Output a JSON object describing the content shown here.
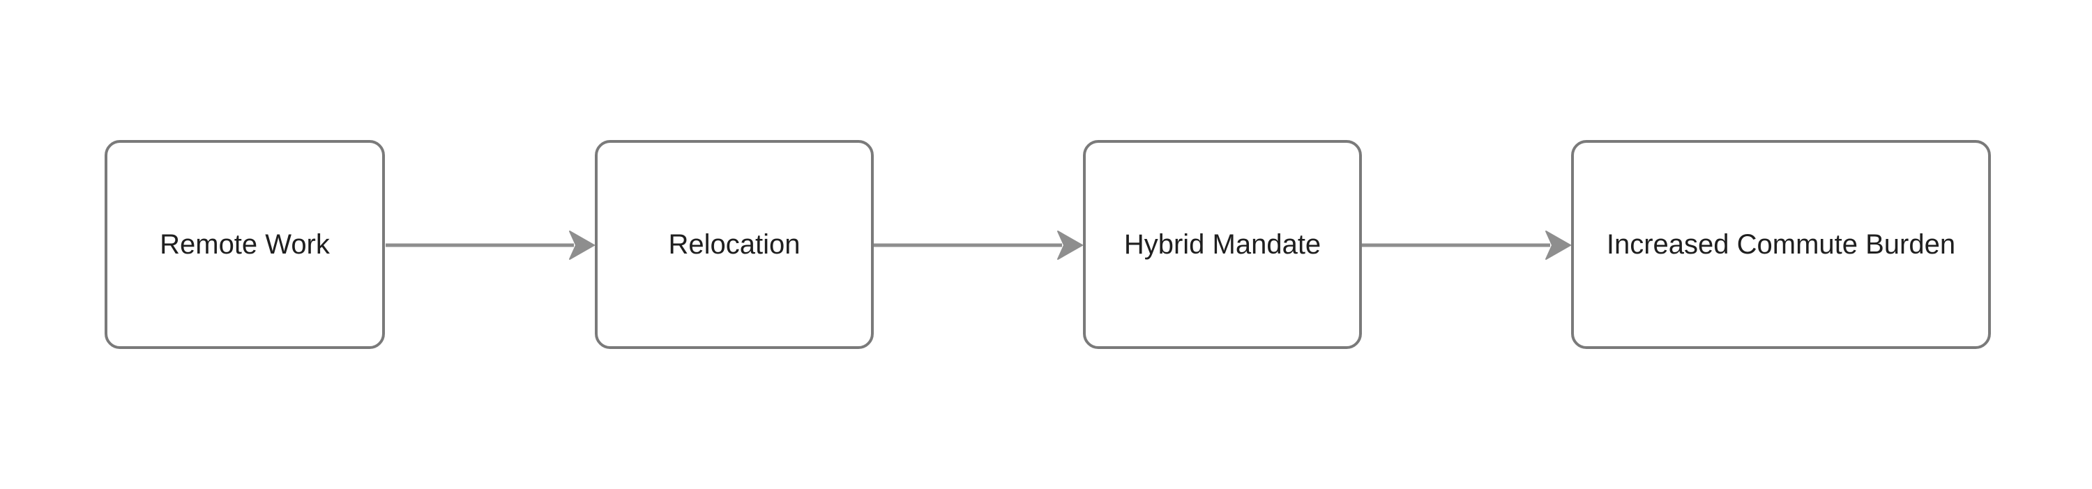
{
  "diagram": {
    "type": "flowchart",
    "direction": "left-to-right",
    "nodes": [
      {
        "id": "node-1",
        "label": "Remote Work"
      },
      {
        "id": "node-2",
        "label": "Relocation"
      },
      {
        "id": "node-3",
        "label": "Hybrid Mandate"
      },
      {
        "id": "node-4",
        "label": "Increased Commute Burden"
      }
    ],
    "edges": [
      {
        "from": "Remote Work",
        "to": "Relocation",
        "style": "arrow"
      },
      {
        "from": "Relocation",
        "to": "Hybrid Mandate",
        "style": "arrow"
      },
      {
        "from": "Hybrid Mandate",
        "to": "Increased Commute Burden",
        "style": "arrow"
      }
    ],
    "colors": {
      "background": "#ffffff",
      "node_fill": "#ffffff",
      "node_border": "#7a7a7a",
      "edge": "#8e8e8e",
      "text": "#1f1f1f"
    }
  }
}
